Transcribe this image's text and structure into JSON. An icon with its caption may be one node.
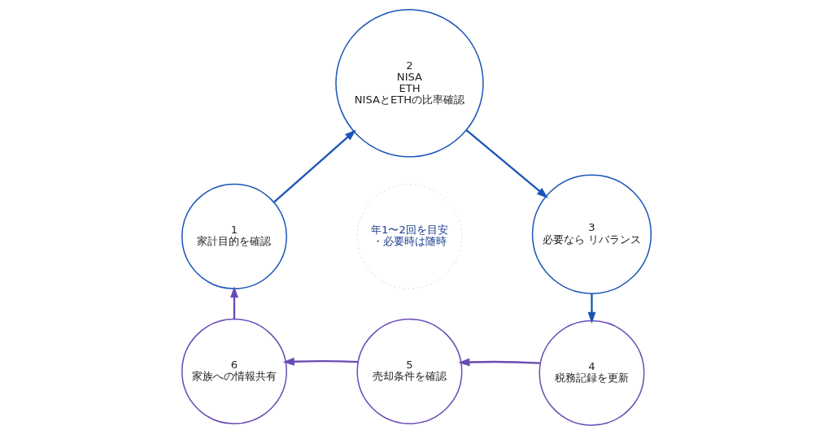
{
  "diagram": {
    "nodes": [
      {
        "text": [
          "1",
          "家計目的を確認"
        ]
      },
      {
        "text": [
          "2",
          "NISA",
          "ETH",
          "NISAとETHの比率確認"
        ]
      },
      {
        "text": [
          "3",
          "必要なら リバランス"
        ]
      },
      {
        "text": [
          "4",
          "税務記録を更新"
        ]
      },
      {
        "text": [
          "5",
          "売却条件を確認"
        ]
      },
      {
        "text": [
          "6",
          "家族への情報共有"
        ]
      },
      {
        "text": [
          "年1〜2回を目安",
          "・必要時は随時"
        ]
      }
    ],
    "edges": [
      {
        "from": 0,
        "to": 1,
        "arrow": "to",
        "color": "#1a56b8"
      },
      {
        "from": 1,
        "to": 2,
        "arrow": "to",
        "color": "#1a56b8"
      },
      {
        "from": 2,
        "to": 3,
        "arrow": "to",
        "color": "#1a56b8"
      },
      {
        "from": 3,
        "to": 4,
        "arrow": "to",
        "color": "#6a4bb5"
      },
      {
        "from": 4,
        "to": 5,
        "arrow": "to",
        "color": "#6a4bb5"
      },
      {
        "from": 5,
        "to": 0,
        "arrow": "to",
        "color": "#6a4bb5"
      }
    ]
  }
}
